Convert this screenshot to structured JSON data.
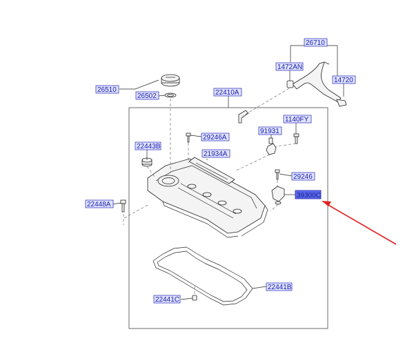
{
  "labels": {
    "p26710": "26710",
    "p1472an": "1472AN",
    "p14720": "14720",
    "p26510": "26510",
    "p26502": "26502",
    "p22410a": "22410A",
    "p1140fy": "1140FY",
    "p91931": "91931",
    "p29246a": "29246A",
    "p22443b": "22443B",
    "p21934a": "21934A",
    "p29246": "29246",
    "p39300c": "39300C",
    "p22448a": "22448A",
    "p22441b": "22441B",
    "p22441c": "22441C"
  },
  "colors": {
    "label_text": "#1a1aa8",
    "label_box": "#dfe4ff",
    "selected_box": "#5a6cf0",
    "arrow": "#e02020"
  },
  "selected_part": "39300C"
}
